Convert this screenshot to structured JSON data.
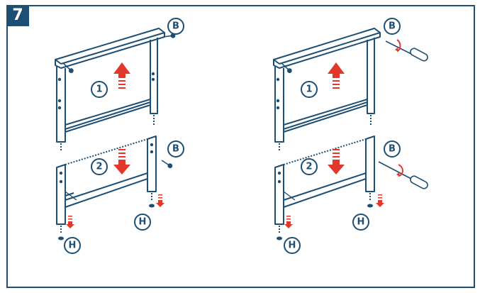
{
  "step": {
    "number": "7"
  },
  "callouts": {
    "bolt": "B",
    "foot": "H",
    "top_panel": "1",
    "bottom_panel": "2"
  },
  "colors": {
    "line": "#1d4e74",
    "arrow": "#e2382b",
    "background": "#ffffff"
  },
  "icons": [
    "arrow-up-icon",
    "arrow-down-icon",
    "screwdriver-icon",
    "rotate-arrow-icon",
    "bolt-icon",
    "foot-cap-icon"
  ]
}
